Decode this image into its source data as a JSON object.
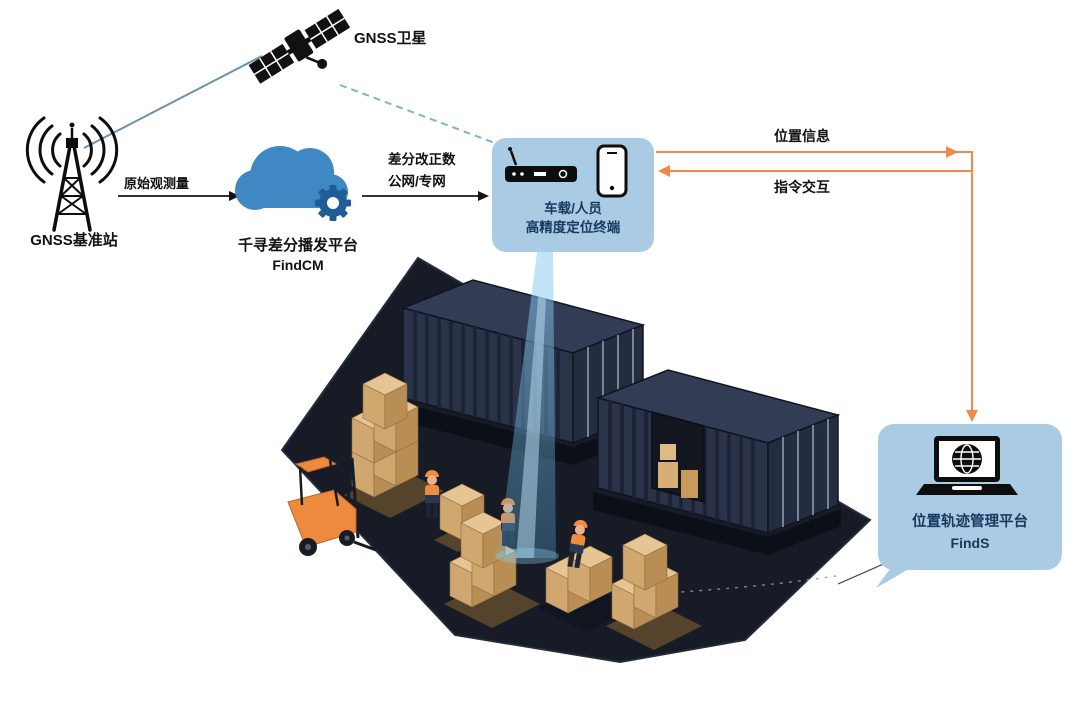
{
  "nodes": {
    "satellite": {
      "label": "GNSS卫星",
      "icon": "satellite-icon"
    },
    "base_station": {
      "label": "GNSS基准站",
      "icon": "radio-tower-icon"
    },
    "cloud_platform": {
      "name": "千寻差分播发平台",
      "product": "FindCM",
      "icon": "cloud-gear-icon"
    },
    "terminal": {
      "line1": "车载/人员",
      "line2": "高精度定位终端",
      "icons": [
        "router-icon",
        "smartphone-icon"
      ]
    },
    "management_platform": {
      "name": "位置轨迹管理平台",
      "product": "FindS",
      "icon": "laptop-globe-icon"
    }
  },
  "links": {
    "base_to_satellite": {
      "style": "solid-line"
    },
    "satellite_to_terminal": {
      "style": "dashed-line"
    },
    "raw_observation": {
      "label": "原始观测量",
      "from": "base_station",
      "to": "cloud_platform"
    },
    "correction": {
      "line1": "差分改正数",
      "line2": "公网/专网",
      "from": "cloud_platform",
      "to": "terminal"
    },
    "position_info": {
      "label": "位置信息",
      "from": "terminal",
      "to": "management_platform"
    },
    "command": {
      "label": "指令交互",
      "from": "management_platform",
      "to": "terminal"
    }
  },
  "scene": {
    "description": "isometric container yard with two navy shipping containers, crate pallets, orange forklift, workers and a blue positioning beam"
  },
  "colors": {
    "panel": "#a9cbe4",
    "panel_text": "#16395f",
    "orange_arrow": "#ed8a4d",
    "cloud_blue": "#3f88c4",
    "gear_blue": "#1f5d96",
    "floor": "#161b26",
    "container_side": "#2a3349",
    "container_top": "#323c55",
    "beam": "#8ecdf0",
    "crate_tan": "#d9b480",
    "forklift_orange": "#ee8a3d"
  }
}
